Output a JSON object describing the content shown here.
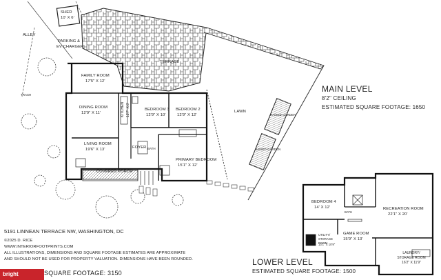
{
  "main_level": {
    "title": "MAIN LEVEL",
    "ceiling": "8'2\" CEILING",
    "sqft": "ESTIMATED SQUARE FOOTAGE: 1650"
  },
  "lower_level": {
    "title": "LOWER LEVEL",
    "sqft": "ESTIMATED SQUARE FOOTAGE: 1500"
  },
  "footer": {
    "address": "5191 LINNEAN TERRACE NW, WASHINGTON, DC",
    "copyright": "©2025 D. RICE",
    "website": "WWW.INTERIORFOOTPRINTS.COM",
    "disclaimer1": "ALL ILLUSTRATIONS, DIMENSIONS AND SQUARE FOOTAGE ESTIMATES ARE APPROXIMATE",
    "disclaimer2": "AND SHOULD NOT BE USED FOR PROPERTY VALUATION. DIMENSIONS HAVE BEEN ROUNDED.",
    "total_sqft": "SQUARE FOOTAGE: 3150",
    "brand": "bright"
  },
  "site": {
    "shed": "SHED",
    "shed_dim": "10' X 6'",
    "alley": "ALLEY",
    "parking1": "PARKING &",
    "parking2": "EV CHARGER",
    "terrace": "TERRACE",
    "lawn": "LAWN",
    "raised_garden": "RAISED GARDEN",
    "raised_garden2": "RAISED GARDEN",
    "trash": "TRASH",
    "covered_porch": "COVERED PORCH"
  },
  "rooms_main": [
    {
      "name": "FAMILY ROOM",
      "dim": "17'5\" X 12'"
    },
    {
      "name": "DINING ROOM",
      "dim": "12'9\" X 11'"
    },
    {
      "name": "LIVING ROOM",
      "dim": "19'6\" X 13'"
    },
    {
      "name": "KITCHEN",
      "dim": "12'7\" X 8'"
    },
    {
      "name": "BEDROOM 3",
      "dim": "12'9\" X 10'"
    },
    {
      "name": "BEDROOM 2",
      "dim": "12'9\" X 12'"
    },
    {
      "name": "PRIMARY BEDROOM",
      "dim": "15'1\" X 12'"
    },
    {
      "name": "FOYER",
      "dim": ""
    },
    {
      "name": "BATH",
      "dim": ""
    }
  ],
  "rooms_lower": [
    {
      "name": "BEDROOM 4",
      "dim": "14' X 12'"
    },
    {
      "name": "RECREATION ROOM",
      "dim": "22'1\" X 20'"
    },
    {
      "name": "GAME ROOM",
      "dim": "15'9\" X 13'"
    },
    {
      "name": "UTILITY/ STORAGE ROOM",
      "dim": "13'1\" X 10'9\""
    },
    {
      "name": "LAUNDRY/ STORAGE ROOM",
      "dim": "16'2\" X 11'9\""
    },
    {
      "name": "BATH",
      "dim": ""
    }
  ]
}
